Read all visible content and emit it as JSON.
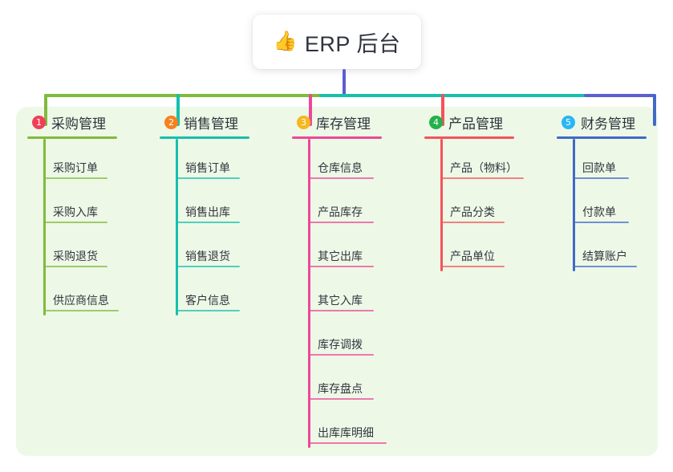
{
  "root": {
    "emoji": "👍",
    "emoji_name": "thumbs-up-icon",
    "label": "ERP 后台"
  },
  "theme": {
    "panel_bg": "#eef8e7",
    "page_bg": "#ffffff",
    "stem_color": "#5b5fd0",
    "bus_colors": [
      "#7fbb3c",
      "#17bfad",
      "#5b5fd0"
    ]
  },
  "columns": [
    {
      "number": "1",
      "title": "采购管理",
      "badge_color": "#ef3f5b",
      "line_color": "#7fbb3c",
      "rule_width": 112,
      "items": [
        {
          "label": "采购订单",
          "rule_width": 78
        },
        {
          "label": "采购入库",
          "rule_width": 78
        },
        {
          "label": "采购退货",
          "rule_width": 78
        },
        {
          "label": "供应商信息",
          "rule_width": 92
        }
      ]
    },
    {
      "number": "2",
      "title": "销售管理",
      "badge_color": "#f5811f",
      "line_color": "#17bfad",
      "rule_width": 112,
      "items": [
        {
          "label": "销售订单",
          "rule_width": 78
        },
        {
          "label": "销售出库",
          "rule_width": 78
        },
        {
          "label": "销售退货",
          "rule_width": 78
        },
        {
          "label": "客户信息",
          "rule_width": 78
        }
      ]
    },
    {
      "number": "3",
      "title": "库存管理",
      "badge_color": "#f5b820",
      "line_color": "#ec4899",
      "rule_width": 112,
      "items": [
        {
          "label": "仓库信息",
          "rule_width": 80
        },
        {
          "label": "产品库存",
          "rule_width": 80
        },
        {
          "label": "其它出库",
          "rule_width": 80
        },
        {
          "label": "其它入库",
          "rule_width": 80
        },
        {
          "label": "库存调拨",
          "rule_width": 80
        },
        {
          "label": "库存盘点",
          "rule_width": 80
        },
        {
          "label": "出库库明细",
          "rule_width": 96
        }
      ]
    },
    {
      "number": "4",
      "title": "产品管理",
      "badge_color": "#23b14b",
      "line_color": "#f2545b",
      "rule_width": 112,
      "items": [
        {
          "label": "产品（物料）",
          "rule_width": 102
        },
        {
          "label": "产品分类",
          "rule_width": 78
        },
        {
          "label": "产品单位",
          "rule_width": 78
        }
      ]
    },
    {
      "number": "5",
      "title": "财务管理",
      "badge_color": "#29b6f6",
      "line_color": "#4169c8",
      "rule_width": 112,
      "items": [
        {
          "label": "回款单",
          "rule_width": 68
        },
        {
          "label": "付款单",
          "rule_width": 68
        },
        {
          "label": "结算账户",
          "rule_width": 78
        }
      ]
    }
  ]
}
